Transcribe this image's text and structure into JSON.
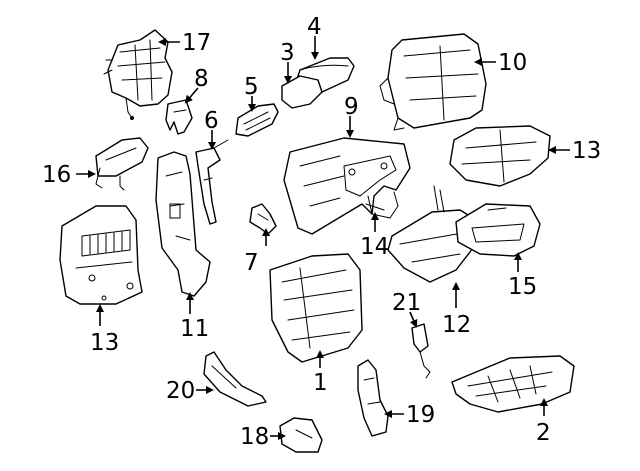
{
  "callouts": [
    {
      "id": "1",
      "text": "1"
    },
    {
      "id": "2",
      "text": "2"
    },
    {
      "id": "3",
      "text": "3"
    },
    {
      "id": "4",
      "text": "4"
    },
    {
      "id": "5",
      "text": "5"
    },
    {
      "id": "6",
      "text": "6"
    },
    {
      "id": "7",
      "text": "7"
    },
    {
      "id": "8",
      "text": "8"
    },
    {
      "id": "9",
      "text": "9"
    },
    {
      "id": "10",
      "text": "10"
    },
    {
      "id": "11",
      "text": "11"
    },
    {
      "id": "12",
      "text": "12"
    },
    {
      "id": "13a",
      "text": "13"
    },
    {
      "id": "13b",
      "text": "13"
    },
    {
      "id": "14",
      "text": "14"
    },
    {
      "id": "15",
      "text": "15"
    },
    {
      "id": "16",
      "text": "16"
    },
    {
      "id": "17",
      "text": "17"
    },
    {
      "id": "18",
      "text": "18"
    },
    {
      "id": "19",
      "text": "19"
    },
    {
      "id": "20",
      "text": "20"
    },
    {
      "id": "21",
      "text": "21"
    }
  ]
}
